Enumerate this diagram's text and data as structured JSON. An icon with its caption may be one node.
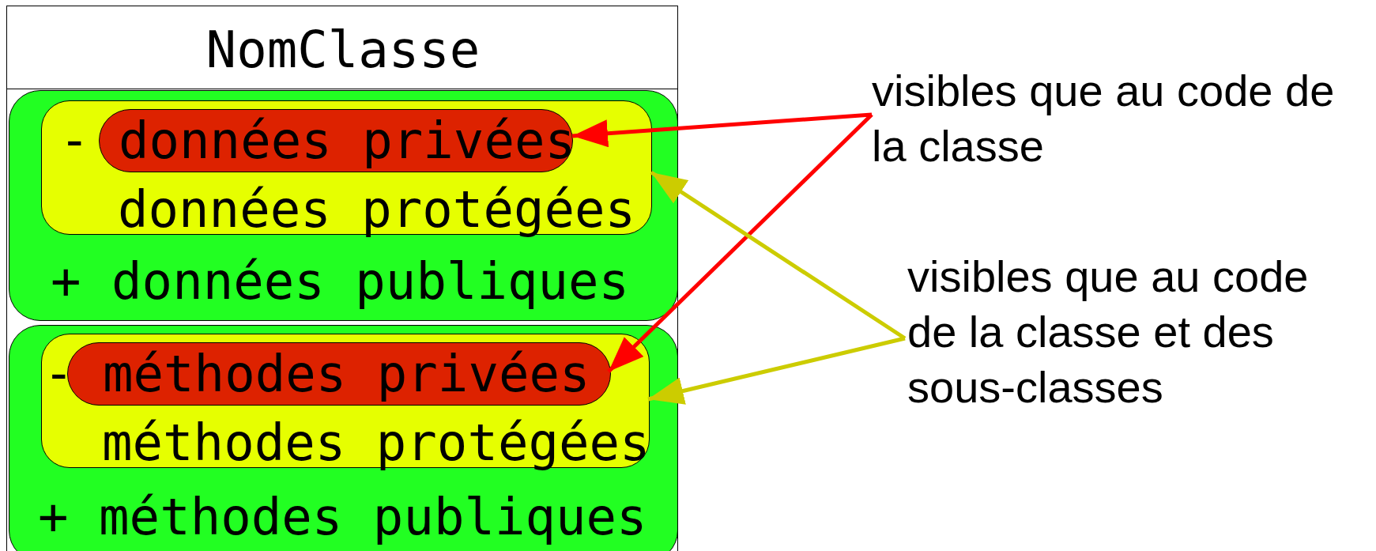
{
  "diagram": {
    "nodes": [
      {
        "text": [
          "NomClasse"
        ]
      },
      {
        "text": [
          "+ données publiques"
        ],
        "in": 0
      },
      {
        "text": [
          "-",
          "données protégées"
        ],
        "in": 1
      },
      {
        "text": [
          "données privées"
        ],
        "in": 2
      },
      {
        "text": [
          "+ méthodes publiques"
        ],
        "in": 0
      },
      {
        "text": [
          "-",
          "méthodes protégées"
        ],
        "in": 4
      },
      {
        "text": [
          "méthodes privées"
        ],
        "in": 5
      },
      {
        "text": [
          "visibles que au code de la classe"
        ]
      },
      {
        "text": [
          "visibles que au code de la classe et des sous-classes"
        ]
      }
    ],
    "edges": [
      {
        "from": 7,
        "to": 3,
        "arrow": "to",
        "color": "#ff0000"
      },
      {
        "from": 7,
        "to": 6,
        "arrow": "to",
        "color": "#ff0000"
      },
      {
        "from": 8,
        "to": 2,
        "arrow": "to",
        "color": "#cccc00"
      },
      {
        "from": 8,
        "to": 5,
        "arrow": "to",
        "color": "#cccc00"
      }
    ]
  }
}
